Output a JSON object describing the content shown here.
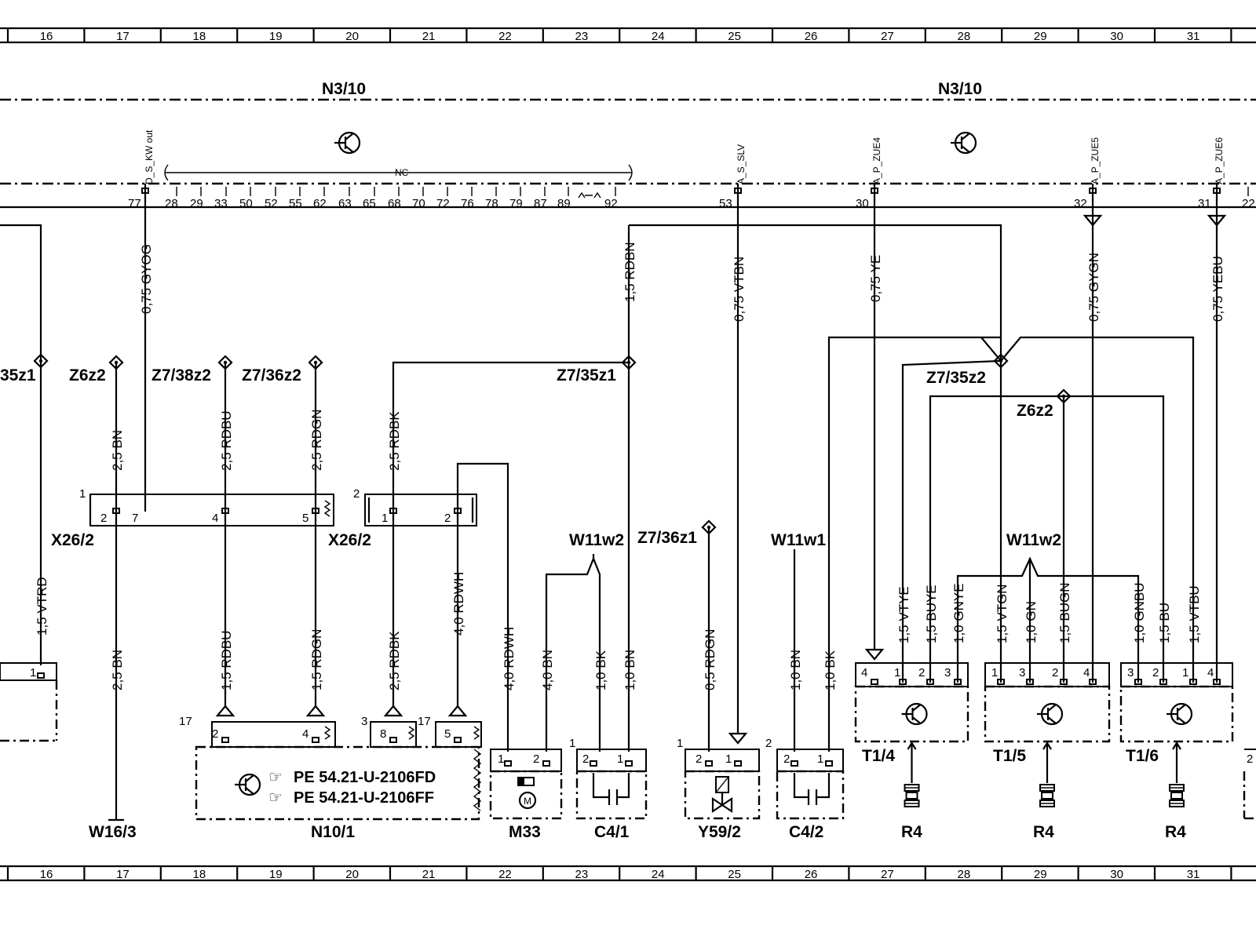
{
  "grid_columns": [
    "16",
    "17",
    "18",
    "19",
    "20",
    "21",
    "22",
    "23",
    "24",
    "25",
    "26",
    "27",
    "28",
    "29",
    "30",
    "31"
  ],
  "control_unit": {
    "left": "N3/10",
    "right": "N3/10"
  },
  "signals": {
    "d_s_kw_out": "D_S_KW out",
    "a_s_slv": "A_S_SLV",
    "a_p_zue4": "A_P_ZUE4",
    "a_p_zue5": "A_P_ZUE5",
    "a_p_zue6": "A_P_ZUE6",
    "nc": "NC"
  },
  "connector_pins": [
    "77",
    "28",
    "29",
    "33",
    "50",
    "52",
    "55",
    "62",
    "63",
    "65",
    "68",
    "70",
    "72",
    "76",
    "78",
    "79",
    "87",
    "89",
    "92",
    "53",
    "30",
    "32",
    "31",
    "22"
  ],
  "wires": {
    "gyog": "0,75 GYOG",
    "rdbn": "1,5 RDBN",
    "vtbn": "0,75 VTBN",
    "ye": "0,75 YE",
    "gygn": "0,75 GYGN",
    "yebu": "0,75 YEBU",
    "bn25a": "2,5 BN",
    "rdbu25": "2,5 RDBU",
    "rdgn25": "2,5 RDGN",
    "rdbk25a": "2,5 RDBK",
    "vtrd": "1,5 VTRD",
    "bn25b": "2,5 BN",
    "rdbu15": "1,5 RDBU",
    "rdgn15": "1,5 RDGN",
    "rdbk25b": "2,5 RDBK",
    "rdwh40a": "4,0 RDWH",
    "rdwh40b": "4,0 RDWH",
    "bn40": "4,0 BN",
    "bk10a": "1,0 BK",
    "bn10a": "1,0 BN",
    "rdgn05": "0,5 RDGN",
    "bn10b": "1,0 BN",
    "bk10b": "1,0 BK",
    "vtye": "1,5 VTYE",
    "buye": "1,5 BUYE",
    "gnye": "1,0 GNYE",
    "vtgn": "1,5 VTGN",
    "gn": "1,0 GN",
    "bugn": "1,5 BUGN",
    "gnbu": "1,0 GNBU",
    "bu": "1,5 BU",
    "vtbu": "1,5 VTBU"
  },
  "splices": {
    "z7_35z1_left": "35z1",
    "z6z2": "Z6z2",
    "z7_38z2": "Z7/38z2",
    "z7_36z2": "Z7/36z2",
    "z7_35z1": "Z7/35z1",
    "z7_35z2": "Z7/35z2",
    "z6z2_right": "Z6z2",
    "z7_36z1": "Z7/36z1"
  },
  "shields": {
    "w11w2_left": "W11w2",
    "w11w1": "W11w1",
    "w11w2_right": "W11w2"
  },
  "components": {
    "x26_2_left": "X26/2",
    "x26_2_right": "X26/2",
    "w16_3": "W16/3",
    "n10_1": "N10/1",
    "m33": "M33",
    "c4_1": "C4/1",
    "y59_2": "Y59/2",
    "c4_2": "C4/2",
    "t1_4": "T1/4",
    "t1_5": "T1/5",
    "t1_6": "T1/6",
    "r4": "R4"
  },
  "references": [
    "PE  54.21-U-2106FD",
    "PE  54.21-U-2106FF"
  ],
  "pin_numbers": {
    "x26_left_id": "1",
    "x26_right_id": "2",
    "x26a": [
      "2",
      "7",
      "4",
      "5"
    ],
    "x26b": [
      "1",
      "2"
    ],
    "n10": [
      "17",
      "2",
      "4",
      "3",
      "8",
      "17",
      "5"
    ],
    "m33": [
      "1",
      "2"
    ],
    "c41": [
      "1",
      "2",
      "1"
    ],
    "y592": [
      "1",
      "2",
      "1"
    ],
    "c42": [
      "2",
      "2",
      "1"
    ],
    "t14": [
      "4",
      "1",
      "2",
      "3"
    ],
    "t15": [
      "1",
      "3",
      "2",
      "4"
    ],
    "t16": [
      "3",
      "2",
      "1",
      "4"
    ],
    "left_stub": "1",
    "right_stub": "2"
  }
}
